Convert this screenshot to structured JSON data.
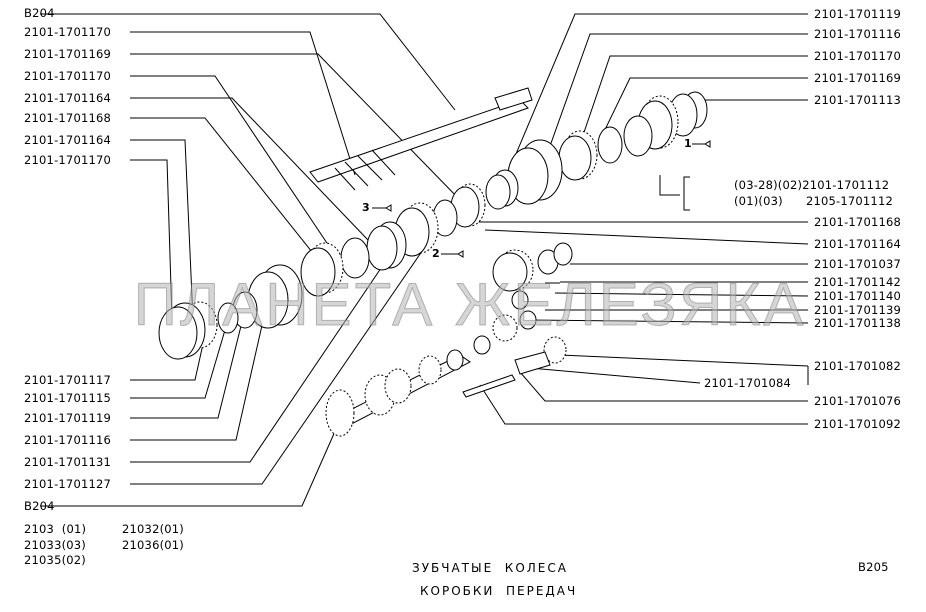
{
  "watermark": "ПЛАНЕТА ЖЕЛЕЗЯКА",
  "page_refs": {
    "top_left": "B204",
    "bottom_left": "B204",
    "bottom_right": "B205"
  },
  "left_labels": [
    "2101-1701170",
    "2101-1701169",
    "2101-1701170",
    "2101-1701164",
    "2101-1701168",
    "2101-1701164",
    "2101-1701170"
  ],
  "left_lower_labels": [
    "2101-1701117",
    "2101-1701115",
    "2101-1701119",
    "2101-1701116",
    "2101-1701131",
    "2101-1701127"
  ],
  "right_labels": [
    "2101-1701119",
    "2101-1701116",
    "2101-1701170",
    "2101-1701169",
    "2101-1701113"
  ],
  "right_group": {
    "row1": "(03-28)(02)2101-1701112",
    "row2": "(01)(03)      2105-1701112"
  },
  "right_lower_labels": [
    "2101-1701168",
    "2101-1701164",
    "2101-1701037",
    "2101-1701142",
    "2101-1701140",
    "2101-1701139",
    "2101-1701138"
  ],
  "right_bottom": {
    "a": "2101-1701082",
    "b": "2101-1701084",
    "c": "2101-1701076",
    "d": "2101-1701092"
  },
  "models": {
    "m1": "2103  (01)",
    "m2": "21033(03)",
    "m3": "21035(02)",
    "m4": "21032(01)",
    "m5": "21036(01)"
  },
  "caption": {
    "line1": "ЗУБЧАТЫЕ  КОЛЕСА",
    "line2": "КОРОБКИ  ПЕРЕДАЧ"
  },
  "callouts": {
    "c1": "1",
    "c2": "2",
    "c3": "3"
  }
}
